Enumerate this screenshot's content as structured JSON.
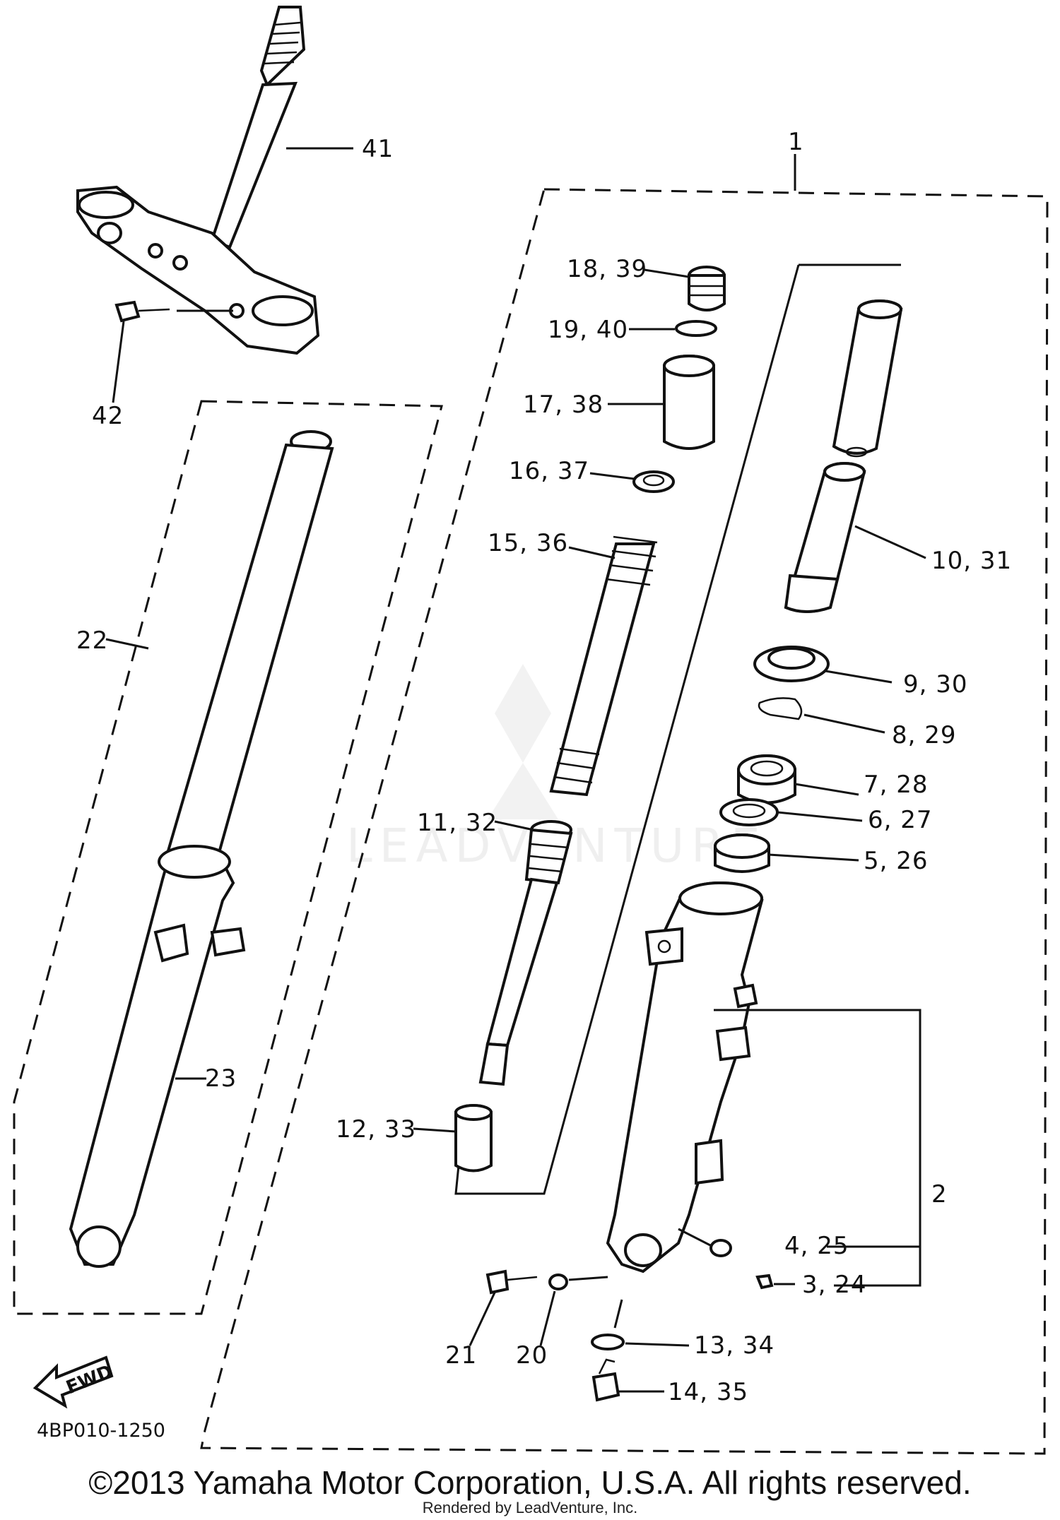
{
  "diagram": {
    "callouts": {
      "c1": "1",
      "c2": "2",
      "c3_24": "3, 24",
      "c4_25": "4, 25",
      "c5_26": "5, 26",
      "c6_27": "6, 27",
      "c7_28": "7, 28",
      "c8_29": "8, 29",
      "c9_30": "9, 30",
      "c10_31": "10, 31",
      "c11_32": "11, 32",
      "c12_33": "12, 33",
      "c13_34": "13, 34",
      "c14_35": "14, 35",
      "c15_36": "15, 36",
      "c16_37": "16, 37",
      "c17_38": "17, 38",
      "c18_39": "18, 39",
      "c19_40": "19, 40",
      "c20": "20",
      "c21": "21",
      "c22": "22",
      "c23": "23",
      "c41": "41",
      "c42": "42"
    },
    "fwd_label": "FWD",
    "reference_code": "4BP010-1250",
    "watermark": "LEADVENTURE"
  },
  "footer": {
    "copyright": "©2013 Yamaha Motor Corporation, U.S.A. All rights reserved.",
    "rendered_by": "Rendered by LeadVenture, Inc."
  }
}
